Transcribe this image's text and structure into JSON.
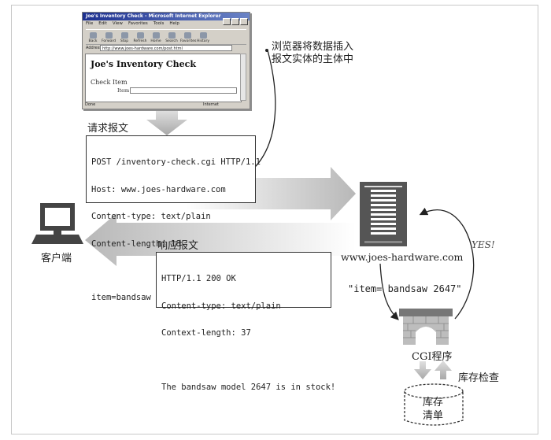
{
  "browser": {
    "title": "Joe's Inventory Check - Microsoft Internet Explorer",
    "menu": [
      "File",
      "Edit",
      "View",
      "Favorites",
      "Tools",
      "Help"
    ],
    "toolbar": [
      "Back",
      "Forward",
      "Stop",
      "Refresh",
      "Home",
      "Search",
      "Favorites",
      "History"
    ],
    "address_label": "Address",
    "address_value": "http://www.joes-hardware.com/post.html",
    "page_heading": "Joe's Inventory Check",
    "form_title": "Check Item",
    "item_label": "Item",
    "status_left": "Done",
    "status_right": "Internet"
  },
  "annotation": {
    "line1": "浏览器将数据插入",
    "line2": "报文实体的主体中"
  },
  "request": {
    "label": "请求报文",
    "lines": [
      "POST /inventory-check.cgi HTTP/1.1",
      "Host: www.joes-hardware.com",
      "Content-type: text/plain",
      "Content-length: 18"
    ],
    "body": "item=bandsaw 2647"
  },
  "response": {
    "label": "响应报文",
    "lines": [
      "HTTP/1.1 200 OK",
      "Content-type: text/plain",
      "Context-length: 37"
    ],
    "body": "The bandsaw model 2647 is in stock!"
  },
  "client": {
    "label": "客户端"
  },
  "server": {
    "host": "www.joes-hardware.com",
    "query": "\"item= bandsaw 2647\"",
    "yes": "YES!"
  },
  "cgi": {
    "label": "CGI程序",
    "check": "库存检查"
  },
  "db": {
    "line1": "库存",
    "line2": "清单"
  }
}
